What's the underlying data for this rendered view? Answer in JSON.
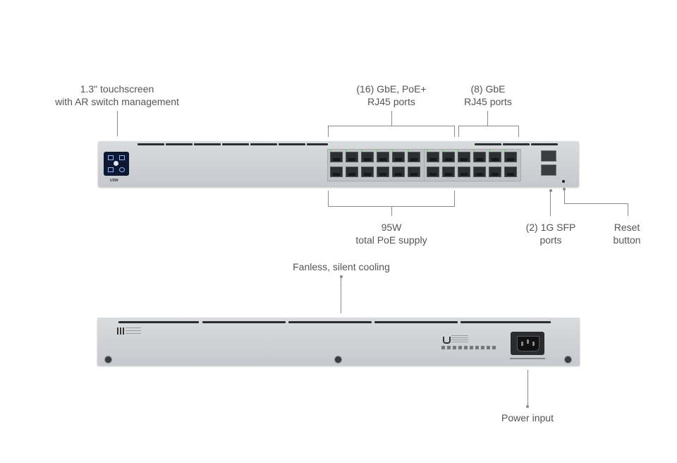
{
  "front": {
    "touchscreen": [
      "1.3\" touchscreen",
      "with AR switch management"
    ],
    "poe_ports": [
      "(16) GbE, PoE+",
      "RJ45 ports"
    ],
    "gbe_ports": [
      "(8) GbE",
      "RJ45 ports"
    ],
    "poe_supply": [
      "95W",
      "total PoE supply"
    ],
    "sfp_ports": [
      "(2) 1G SFP",
      "ports"
    ],
    "reset": [
      "Reset",
      "button"
    ],
    "device_logo": "USW"
  },
  "back": {
    "cooling": "Fanless, silent cooling",
    "power": "Power input"
  }
}
